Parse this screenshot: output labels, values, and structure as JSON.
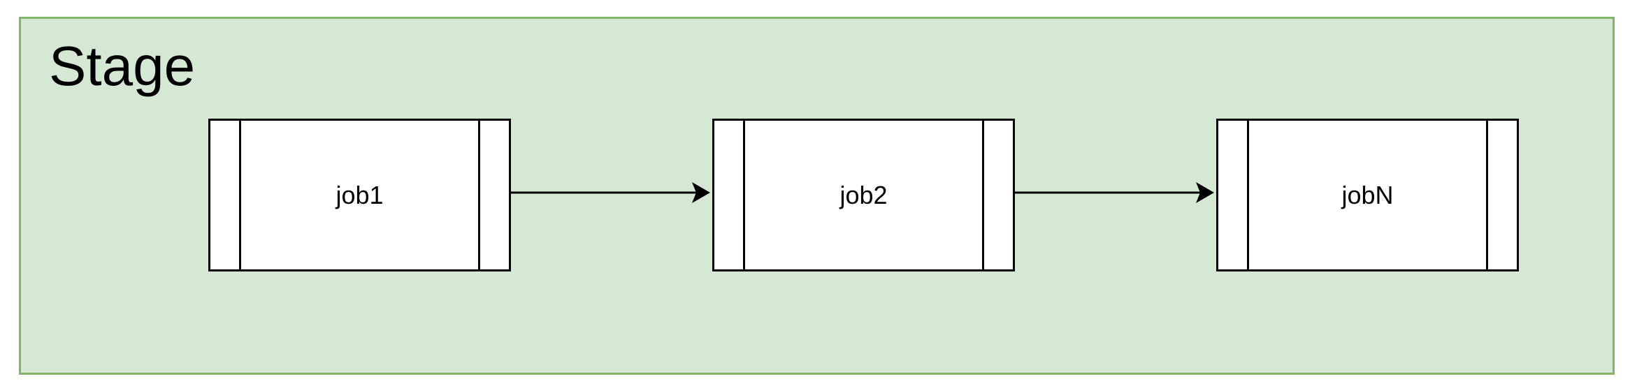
{
  "stage": {
    "title": "Stage"
  },
  "jobs": [
    {
      "label": "job1"
    },
    {
      "label": "job2"
    },
    {
      "label": "jobN"
    }
  ],
  "colors": {
    "stage_fill": "#d5e8d4",
    "stage_border": "#82b366",
    "job_fill": "#ffffff",
    "stroke": "#000000"
  }
}
